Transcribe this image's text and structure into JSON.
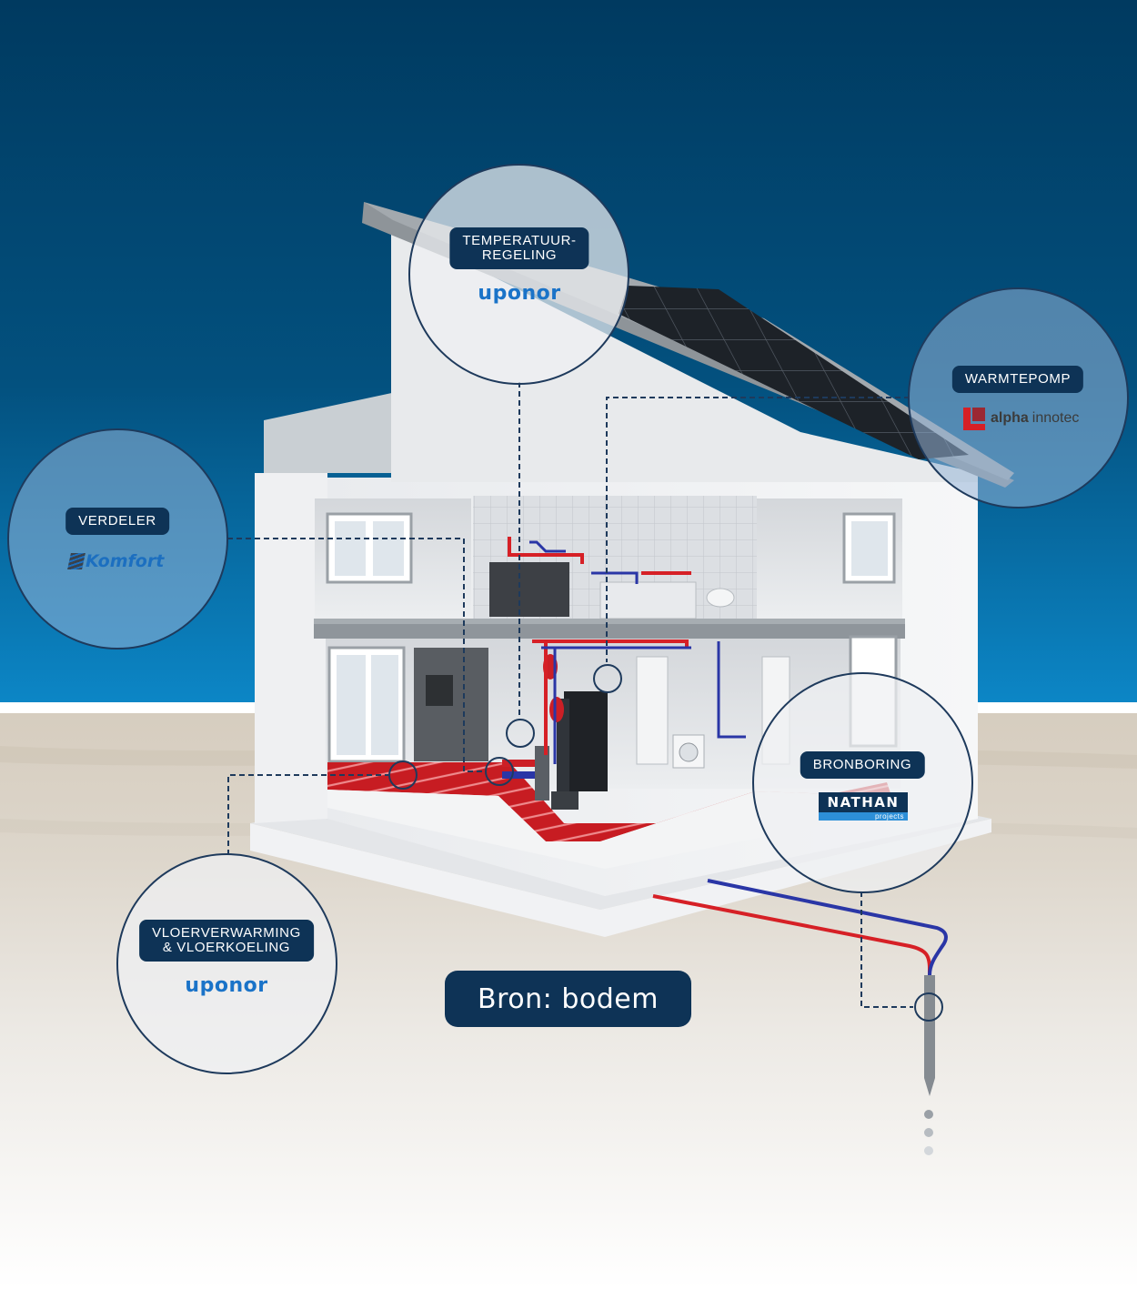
{
  "callouts": {
    "temperature_control": {
      "label_lines": [
        "TEMPERATUUR-",
        "REGELING"
      ],
      "brand": "uponor"
    },
    "heat_pump": {
      "label": "WARMTEPOMP",
      "brand": "alpha innotec",
      "brand_bold": "alpha",
      "brand_rest": "innotec"
    },
    "distributor": {
      "label": "VERDELER",
      "brand": "Komfort"
    },
    "borehole": {
      "label": "BRONBORING",
      "brand": "NATHAN",
      "brand_sub": "projects"
    },
    "floor_system": {
      "label_lines": [
        "VLOERVERWARMING",
        "& VLOERKOELING"
      ],
      "brand": "uponor"
    }
  },
  "source_badge": "Bron: bodem",
  "colors": {
    "sky_top": "#003a60",
    "sky_bottom": "#0c86c6",
    "label_bg": "#0e3356",
    "callout_border": "#1e3a5c",
    "uponor_blue": "#1a73c8",
    "pipe_red": "#d62026",
    "pipe_blue": "#2a36a6",
    "alpha_red": "#d62026"
  },
  "icons": [
    "solar-panel-icon",
    "heat-pump-unit-icon",
    "borehole-probe-icon",
    "washing-machine-icon",
    "toilet-icon"
  ]
}
